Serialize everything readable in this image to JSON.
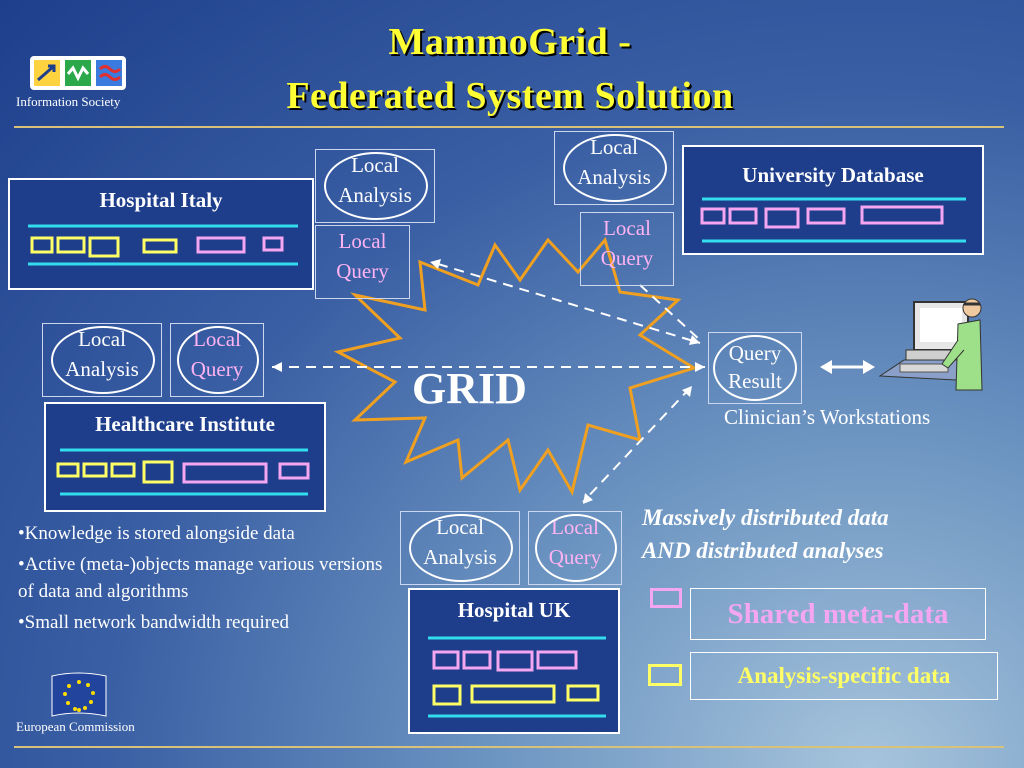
{
  "title": {
    "line1": "MammoGrid -",
    "line2": "Federated System Solution"
  },
  "logos": {
    "info_society": "Information Society",
    "eu": "European Commission"
  },
  "nodes": {
    "hospital_italy": "Hospital Italy",
    "university_db": "University Database",
    "healthcare_institute": "Healthcare Institute",
    "hospital_uk": "Hospital UK"
  },
  "local": {
    "analysis": "Local Analysis",
    "query": "Local Query",
    "analysis_l1": "Local",
    "analysis_l2": "Analysis",
    "query_l1": "Local",
    "query_l2": "Query"
  },
  "grid": "GRID",
  "query_result": {
    "l1": "Query",
    "l2": "Result"
  },
  "workstation_label": "Clinician’s Workstations",
  "bullets": [
    "•Knowledge is stored alongside data",
    "•Active (meta-)objects manage various versions of data and algorithms",
    "•Small network bandwidth required"
  ],
  "tagline": {
    "l1": "Massively distributed data",
    "l2": "AND distributed analyses"
  },
  "legend": {
    "shared": "Shared meta-data",
    "analysis": "Analysis-specific data"
  },
  "colors": {
    "title": "#ffff33",
    "meta": "#f5a6f0",
    "analysis": "#ffff66",
    "cyan": "#33ddee",
    "star": "#f0a020"
  }
}
